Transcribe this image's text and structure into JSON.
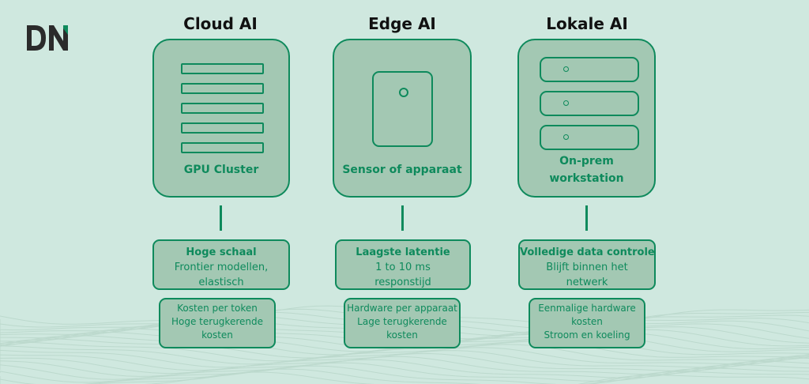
{
  "logo": {
    "text": "DN",
    "colors": {
      "letters": "#2b2b2b",
      "accent": "#0e8a5c"
    }
  },
  "colors": {
    "background": "#cfe8df",
    "card": "#a3c8b3",
    "accent": "#0e8a5c",
    "title": "#111111"
  },
  "columns": [
    {
      "title": "Cloud AI",
      "icon": "gpu-rack-icon",
      "card_label": [
        "GPU Cluster"
      ],
      "benefit": {
        "title": "Hoge schaal",
        "lines": [
          "Frontier modellen,",
          "elastisch"
        ]
      },
      "cost": {
        "lines": [
          "Kosten per token",
          "Hoge terugkerende",
          "kosten"
        ]
      }
    },
    {
      "title": "Edge AI",
      "icon": "sensor-device-icon",
      "card_label": [
        "Sensor of apparaat"
      ],
      "benefit": {
        "title": "Laagste latentie",
        "lines": [
          "1 to 10 ms",
          "responstijd"
        ]
      },
      "cost": {
        "lines": [
          "Hardware per apparaat",
          "Lage terugkerende",
          "kosten"
        ]
      }
    },
    {
      "title": "Lokale AI",
      "icon": "server-stack-icon",
      "card_label": [
        "On-prem",
        "workstation"
      ],
      "benefit": {
        "title": "Volledige data controle",
        "lines": [
          "Blijft binnen het",
          "netwerk"
        ]
      },
      "cost": {
        "lines": [
          "Eenmalige hardware",
          "kosten",
          "Stroom en koeling"
        ]
      }
    }
  ]
}
